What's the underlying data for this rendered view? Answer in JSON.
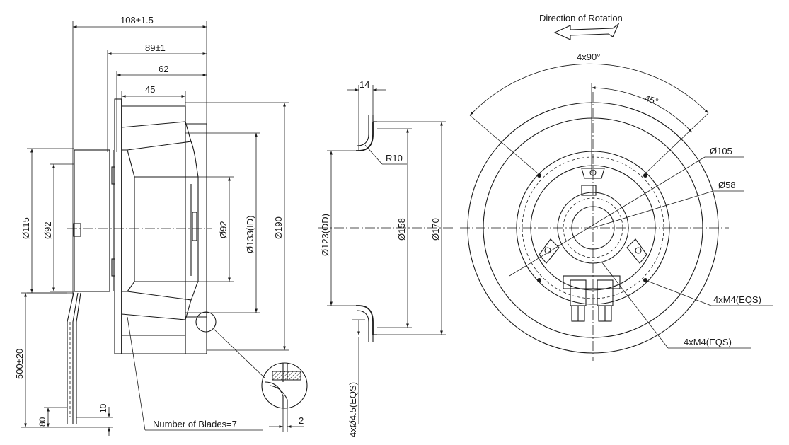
{
  "side_view": {
    "dims": {
      "overall_length": "108±1.5",
      "body_length": "89±1",
      "impeller_length": "62",
      "inlet_length": "45",
      "motor_dia": "Ø115",
      "motor_hub_dia": "Ø92",
      "inner_hub_dia": "Ø92",
      "inlet_id": "Ø133(ID)",
      "impeller_dia": "Ø190",
      "cable_length": "500±20",
      "strip_80": "80",
      "strip_10": "10",
      "blade_thickness": "2"
    },
    "notes": {
      "blades": "Number of Blades=7"
    }
  },
  "inlet_ring_view": {
    "dims": {
      "ring_width": "14",
      "radius": "R10",
      "ring_od": "Ø123(OD)",
      "ring_mid": "Ø158",
      "ring_outer": "Ø170",
      "mount_holes": "4xØ4.5(EQS)"
    }
  },
  "front_view": {
    "rotation_label": "Direction of Rotation",
    "dims": {
      "angle_4x90": "4x90°",
      "angle_45": "45°",
      "pcd_105": "Ø105",
      "pcd_58": "Ø58",
      "screws_outer": "4xM4(EQS)",
      "screws_inner": "4xM4(EQS)"
    }
  }
}
